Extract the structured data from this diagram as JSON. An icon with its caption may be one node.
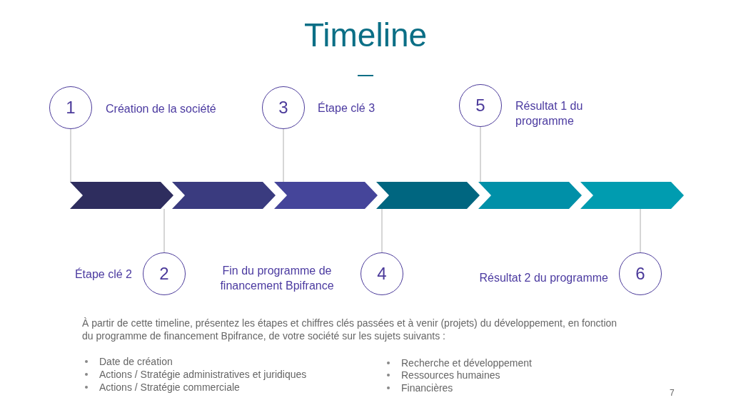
{
  "diagram": {
    "title": "Timeline",
    "nodes": [
      {
        "text": [
          "1"
        ],
        "beside": [
          "Création de la société"
        ]
      },
      {
        "text": [
          "2"
        ],
        "beside": [
          "Étape clé 2"
        ]
      },
      {
        "text": [
          "3"
        ],
        "beside": [
          "Étape clé 3"
        ]
      },
      {
        "text": [
          "4"
        ],
        "beside": [
          "Fin du programme de financement Bpifrance"
        ]
      },
      {
        "text": [
          "5"
        ],
        "beside": [
          "Résultat 1 du programme"
        ]
      },
      {
        "text": [
          "6"
        ],
        "beside": [
          "Résultat 2 du programme"
        ]
      }
    ],
    "edges": [
      {
        "from": 0,
        "to": null,
        "arrow": "none"
      },
      {
        "from": 1,
        "to": null,
        "arrow": "none"
      },
      {
        "from": 2,
        "to": null,
        "arrow": "none"
      },
      {
        "from": 3,
        "to": null,
        "arrow": "none"
      },
      {
        "from": 4,
        "to": null,
        "arrow": "none"
      },
      {
        "from": 5,
        "to": null,
        "arrow": "none"
      }
    ],
    "labels": [
      "À partir de cette timeline, présentez les étapes et chiffres clés passées et à venir (projets) du développement, en fonction du programme de financement Bpifrance, de votre société sur les sujets suivants :",
      "Date de création",
      "Actions / Stratégie administratives et juridiques",
      "Actions / Stratégie commerciale",
      "Recherche et développement",
      "Ressources humaines",
      "Financières",
      "7"
    ]
  }
}
